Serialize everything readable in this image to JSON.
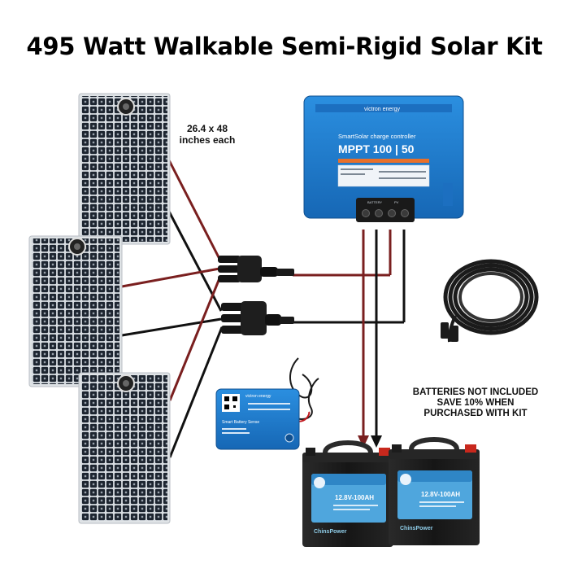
{
  "title": "495 Watt Walkable Semi-Rigid Solar Kit",
  "panel_dimensions": [
    "26.4 x 48",
    "inches each"
  ],
  "batteries_note": [
    "BATTERIES NOT INCLUDED",
    "SAVE 10% WHEN",
    "PURCHASED WITH KIT"
  ],
  "controller": {
    "brand": "victron energy",
    "series": "SmartSolar charge controller",
    "model": "MPPT 100 | 50",
    "terminal_labels": [
      "BATTERY",
      "PV"
    ]
  },
  "sense": {
    "brand": "victron energy",
    "name": "Smart Battery Sense"
  },
  "battery": {
    "spec": "12.8V-100AH",
    "brand": "ChinsPower"
  },
  "colors": {
    "wire_positive": "#7a1f1f",
    "wire_negative": "#111111",
    "victron_blue": "#1f7fd0",
    "panel_cell": "#1d2530",
    "battery_body": "#1c1c1c",
    "battery_label": "#4fa6dd"
  },
  "icons": [
    "solar-panel-icon",
    "branch-connector-icon",
    "cable-coil-icon",
    "arrow-down-icon"
  ]
}
